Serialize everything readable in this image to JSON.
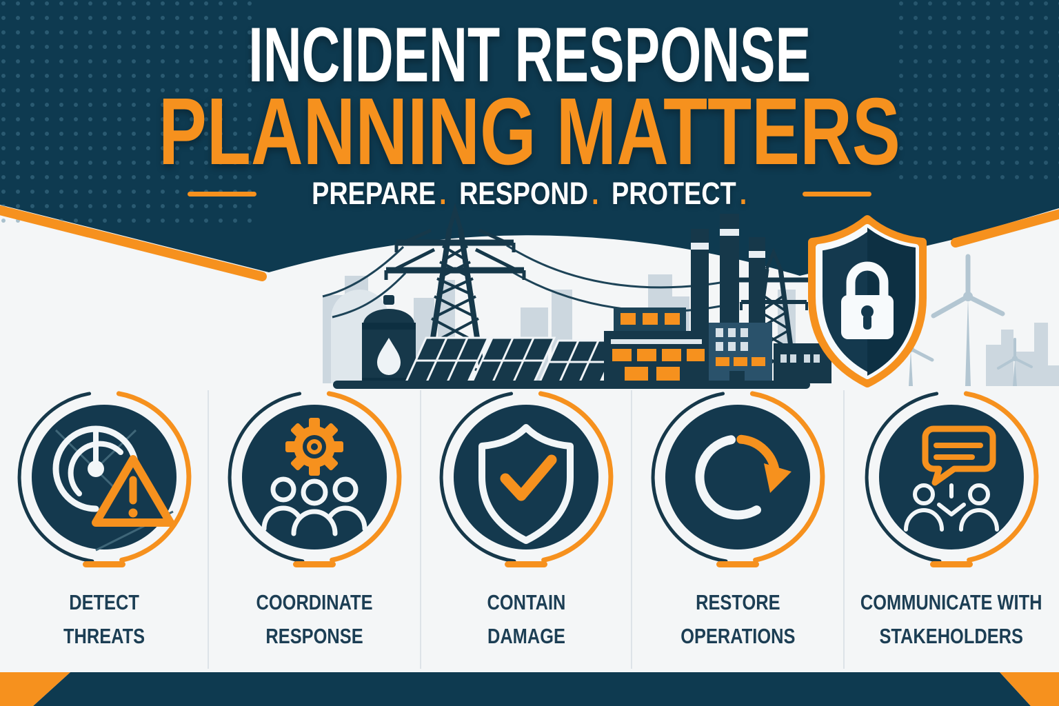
{
  "colors": {
    "navy": "#0e3a50",
    "disc_navy": "#14394e",
    "orange": "#f6911e",
    "label_navy": "#1c3e54",
    "background": "#f4f6f7",
    "skyline": "#ccd7df",
    "turbine": "#b3c6d2"
  },
  "hero": {
    "title_line1": "INCIDENT RESPONSE",
    "title_line2": "PLANNING MATTERS",
    "tagline": {
      "words": [
        "PREPARE",
        "RESPOND",
        "PROTECT"
      ],
      "period": "."
    }
  },
  "steps": [
    {
      "label_line1": "DETECT",
      "label_line2": "THREATS",
      "icon": "radar-alert-icon"
    },
    {
      "label_line1": "COORDINATE",
      "label_line2": "RESPONSE",
      "icon": "team-gear-icon"
    },
    {
      "label_line1": "CONTAIN",
      "label_line2": "DAMAGE",
      "icon": "shield-check-icon"
    },
    {
      "label_line1": "RESTORE",
      "label_line2": "OPERATIONS",
      "icon": "restore-arrow-icon"
    },
    {
      "label_line1": "COMMUNICATE WITH",
      "label_line2": "STAKEHOLDERS",
      "icon": "communication-icon"
    }
  ]
}
